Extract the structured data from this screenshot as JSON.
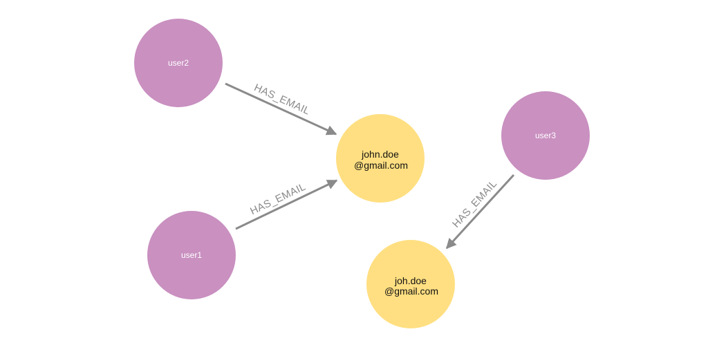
{
  "colors": {
    "user_node": "#C990C0",
    "email_node": "#FFDF81",
    "edge": "#8A8A8A",
    "edge_label": "#8A8A8A",
    "user_text": "#FFFFFF",
    "email_text": "#111111"
  },
  "nodes": {
    "user2": {
      "label": "user2"
    },
    "user1": {
      "label": "user1"
    },
    "user3": {
      "label": "user3"
    },
    "email1": {
      "line1": "john.doe",
      "line2": "@gmail.com"
    },
    "email2": {
      "line1": "joh.doe",
      "line2": "@gmail.com"
    }
  },
  "edges": {
    "user2_email1": {
      "label": "HAS_EMAIL"
    },
    "user1_email1": {
      "label": "HAS_EMAIL"
    },
    "user3_email2": {
      "label": "HAS_EMAIL"
    }
  }
}
